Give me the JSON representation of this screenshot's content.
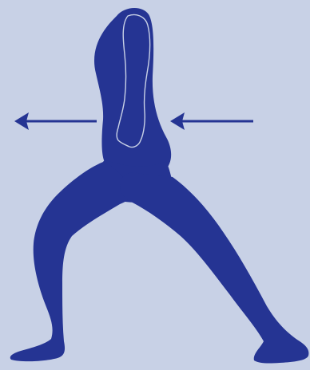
{
  "illustration": {
    "figure_icon": "lunging-figure-silhouette",
    "arrows": [
      {
        "icon": "arrow-left-icon",
        "direction": "left"
      },
      {
        "icon": "arrow-left-icon",
        "direction": "left"
      }
    ]
  },
  "colors": {
    "background": "#c8d1e6",
    "figure": "#253493",
    "arrow": "#253493",
    "arm_outline": "#c8d1e6"
  }
}
